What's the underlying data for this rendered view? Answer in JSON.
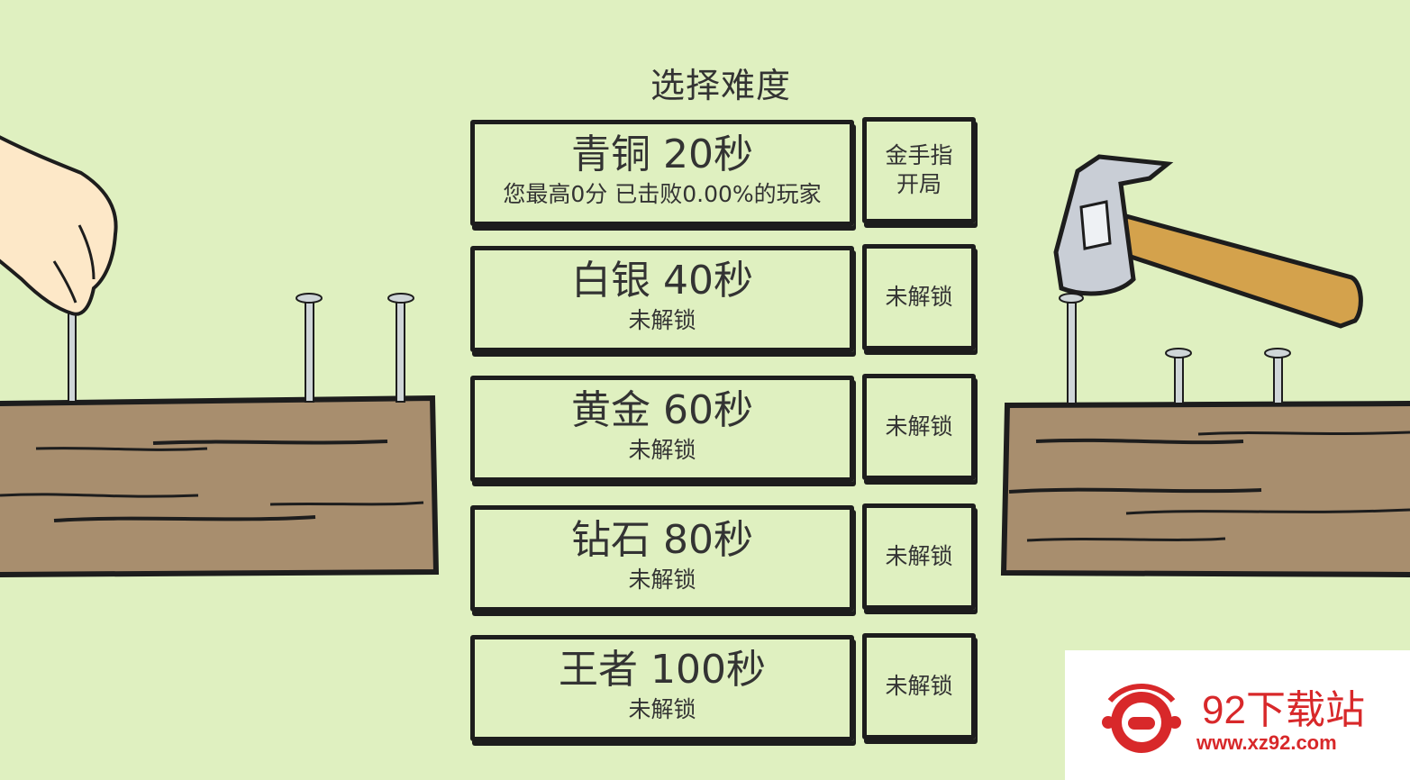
{
  "title": "选择难度",
  "levels": [
    {
      "name": "青铜 20秒",
      "sub": "您最高0分  已击败0.00%的玩家",
      "side": "金手指\n开局"
    },
    {
      "name": "白银 40秒",
      "sub": "未解锁",
      "side": "未解锁"
    },
    {
      "name": "黄金 60秒",
      "sub": "未解锁",
      "side": "未解锁"
    },
    {
      "name": "钻石 80秒",
      "sub": "未解锁",
      "side": "未解锁"
    },
    {
      "name": "王者 100秒",
      "sub": "未解锁",
      "side": "未解锁"
    }
  ],
  "watermark": {
    "title": "92下载站",
    "url": "www.xz92.com"
  },
  "colors": {
    "background": "#dff0c0",
    "wood": "#a88e6e",
    "outline": "#1d1d1d",
    "hammer_handle": "#d4a24c",
    "watermark_red": "#d8282a"
  },
  "icons": [
    "hand-icon",
    "nail-icon",
    "hammer-icon",
    "gamepad-logo-icon"
  ]
}
